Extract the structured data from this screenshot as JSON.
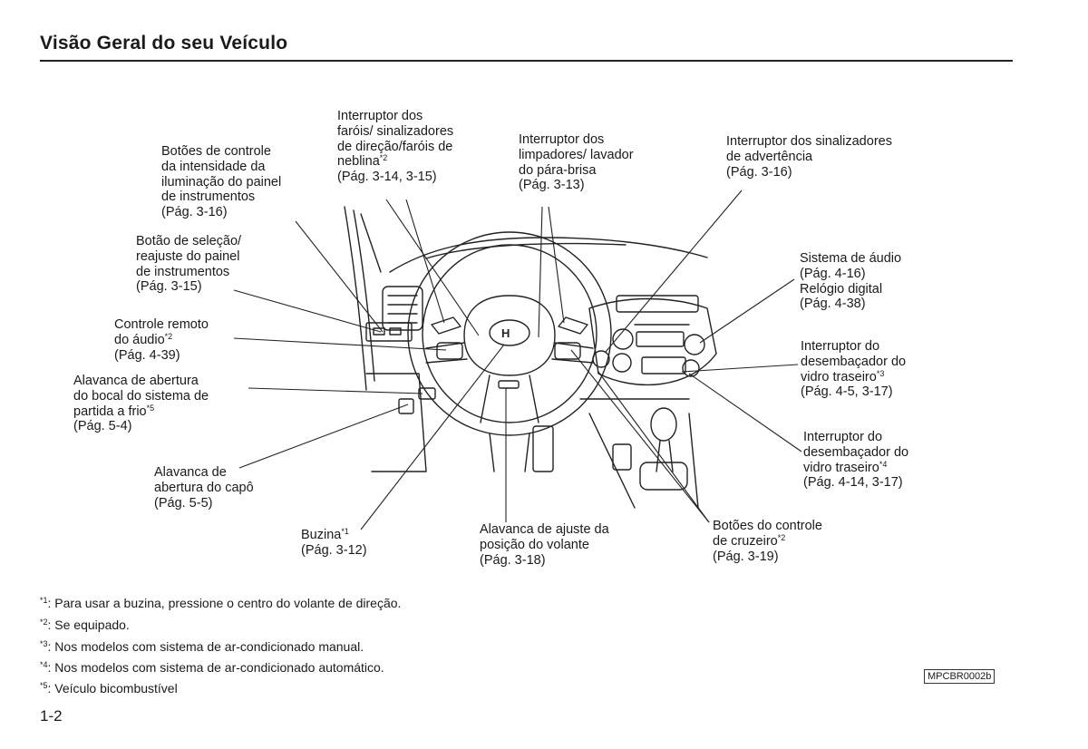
{
  "page": {
    "title": "Visão Geral do seu Veículo",
    "page_number": "1-2",
    "figure_code": "MPCBR0002b"
  },
  "callouts": {
    "instrument_brightness": {
      "l1": "Botões de controle",
      "l2": "da intensidade da",
      "l3": "iluminação do painel",
      "l4": "de instrumentos",
      "l5": "(Pág. 3-16)"
    },
    "select_reset": {
      "l1": "Botão de seleção/",
      "l2": "reajuste do painel",
      "l3": "de instrumentos",
      "l4": "(Pág. 3-15)"
    },
    "audio_remote": {
      "l1": "Controle remoto",
      "l2": "do áudio",
      "sup": "*2",
      "l3": "(Pág. 4-39)"
    },
    "cold_start": {
      "l1": "Alavanca de abertura",
      "l2": "do bocal do sistema de",
      "l3": "partida a frio",
      "sup": "*5",
      "l4": "(Pág. 5-4)"
    },
    "hood": {
      "l1": "Alavanca de",
      "l2": "abertura do capô",
      "l3": "(Pág. 5-5)"
    },
    "horn": {
      "l1": "Buzina",
      "sup": "*1",
      "l2": "(Pág. 3-12)"
    },
    "headlights": {
      "l1": "Interruptor dos",
      "l2": "faróis/ sinalizadores",
      "l3": "de direção/faróis de",
      "l4": "neblina",
      "sup": "*2",
      "l5": "(Pág. 3-14, 3-15)"
    },
    "wipers": {
      "l1": "Interruptor dos",
      "l2": "limpadores/ lavador",
      "l3": "do pára-brisa",
      "l4": "(Pág. 3-13)"
    },
    "steering_adjust": {
      "l1": "Alavanca de ajuste da",
      "l2": "posição do volante",
      "l3": "(Pág. 3-18)"
    },
    "hazard": {
      "l1": "Interruptor dos sinalizadores",
      "l2": "de advertência",
      "l3": "(Pág. 3-16)"
    },
    "audio": {
      "l1": "Sistema de áudio",
      "l2": "(Pág. 4-16)",
      "l3": "Relógio digital",
      "l4": "(Pág. 4-38)"
    },
    "defrost_manual": {
      "l1": "Interruptor do",
      "l2": "desembaçador do",
      "l3": "vidro traseiro",
      "sup": "*3",
      "l4": "(Pág. 4-5, 3-17)"
    },
    "defrost_auto": {
      "l1": "Interruptor do",
      "l2": "desembaçador do",
      "l3": "vidro traseiro",
      "sup": "*4",
      "l4": "(Pág. 4-14, 3-17)"
    },
    "cruise": {
      "l1": "Botões do controle",
      "l2": "de cruzeiro",
      "sup": "*2",
      "l3": "(Pág. 3-19)"
    }
  },
  "footnotes": [
    {
      "mark": "*1",
      "text": ":  Para usar a buzina, pressione o centro do volante de direção."
    },
    {
      "mark": "*2",
      "text": ":  Se equipado."
    },
    {
      "mark": "*3",
      "text": ": Nos modelos com sistema de ar-condicionado manual."
    },
    {
      "mark": "*4",
      "text": ":  Nos modelos com sistema de ar-condicionado automático."
    },
    {
      "mark": "*5",
      "text": ":  Veículo bicombustível"
    }
  ],
  "colors": {
    "ink": "#1a1a1a",
    "line": "#222222",
    "background": "#ffffff"
  }
}
